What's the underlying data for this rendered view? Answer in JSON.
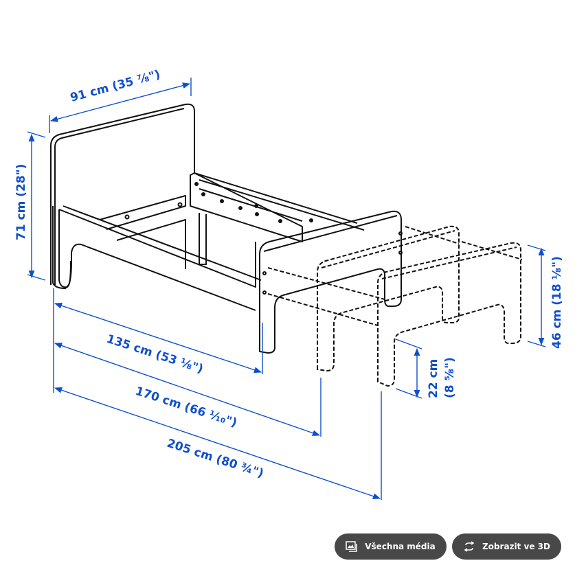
{
  "diagram": {
    "subject": "extendable children's bed frame",
    "line_color": "#111111",
    "dimension_color": "#0f4fcc",
    "dimensions": {
      "width": "91 cm (35 ⅞\")",
      "height": "71 cm (28\")",
      "length_min": "135 cm (53 ⅛\")",
      "length_mid": "170 cm (66 ⅒\")",
      "length_max": "205 cm (80 ¾\")",
      "footboard_height": "46 cm (18 ⅛\")",
      "leg_clearance_cm": "22 cm",
      "leg_clearance_in": "(8 ⅝\")"
    }
  },
  "buttons": {
    "all_media": {
      "label": "Všechna média",
      "icon": "image-gallery-icon"
    },
    "view_3d": {
      "label": "Zobrazit ve 3D",
      "icon": "rotate-3d-icon"
    }
  },
  "colors": {
    "button_bg": "#484848",
    "button_text": "#ffffff"
  }
}
